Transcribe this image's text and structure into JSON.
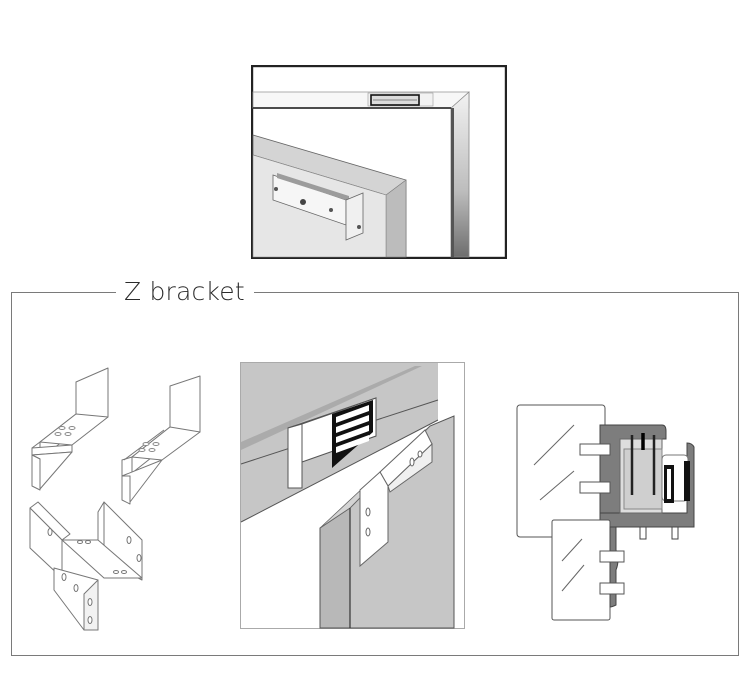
{
  "section": {
    "title": "Z bracket"
  },
  "figures": [
    {
      "id": "top-figure",
      "description": "Magnetic lock mounted on door frame header with Z bracket on door top corner"
    },
    {
      "id": "bracket-drawings",
      "description": "Line drawings of Z bracket parts: two Z brackets and assembled view"
    },
    {
      "id": "installation-photo",
      "description": "Magnetic lock installed on frame with Z bracket on door"
    },
    {
      "id": "cross-section",
      "description": "Cross-section diagram of lock and Z bracket with glass door panels"
    }
  ],
  "colors": {
    "frame_line": "#7a7a7a",
    "title_text": "#2b2b2b",
    "panel_gray": "#c8c8c8",
    "dark_gray": "#7d7d7d",
    "outline": "#333333"
  }
}
